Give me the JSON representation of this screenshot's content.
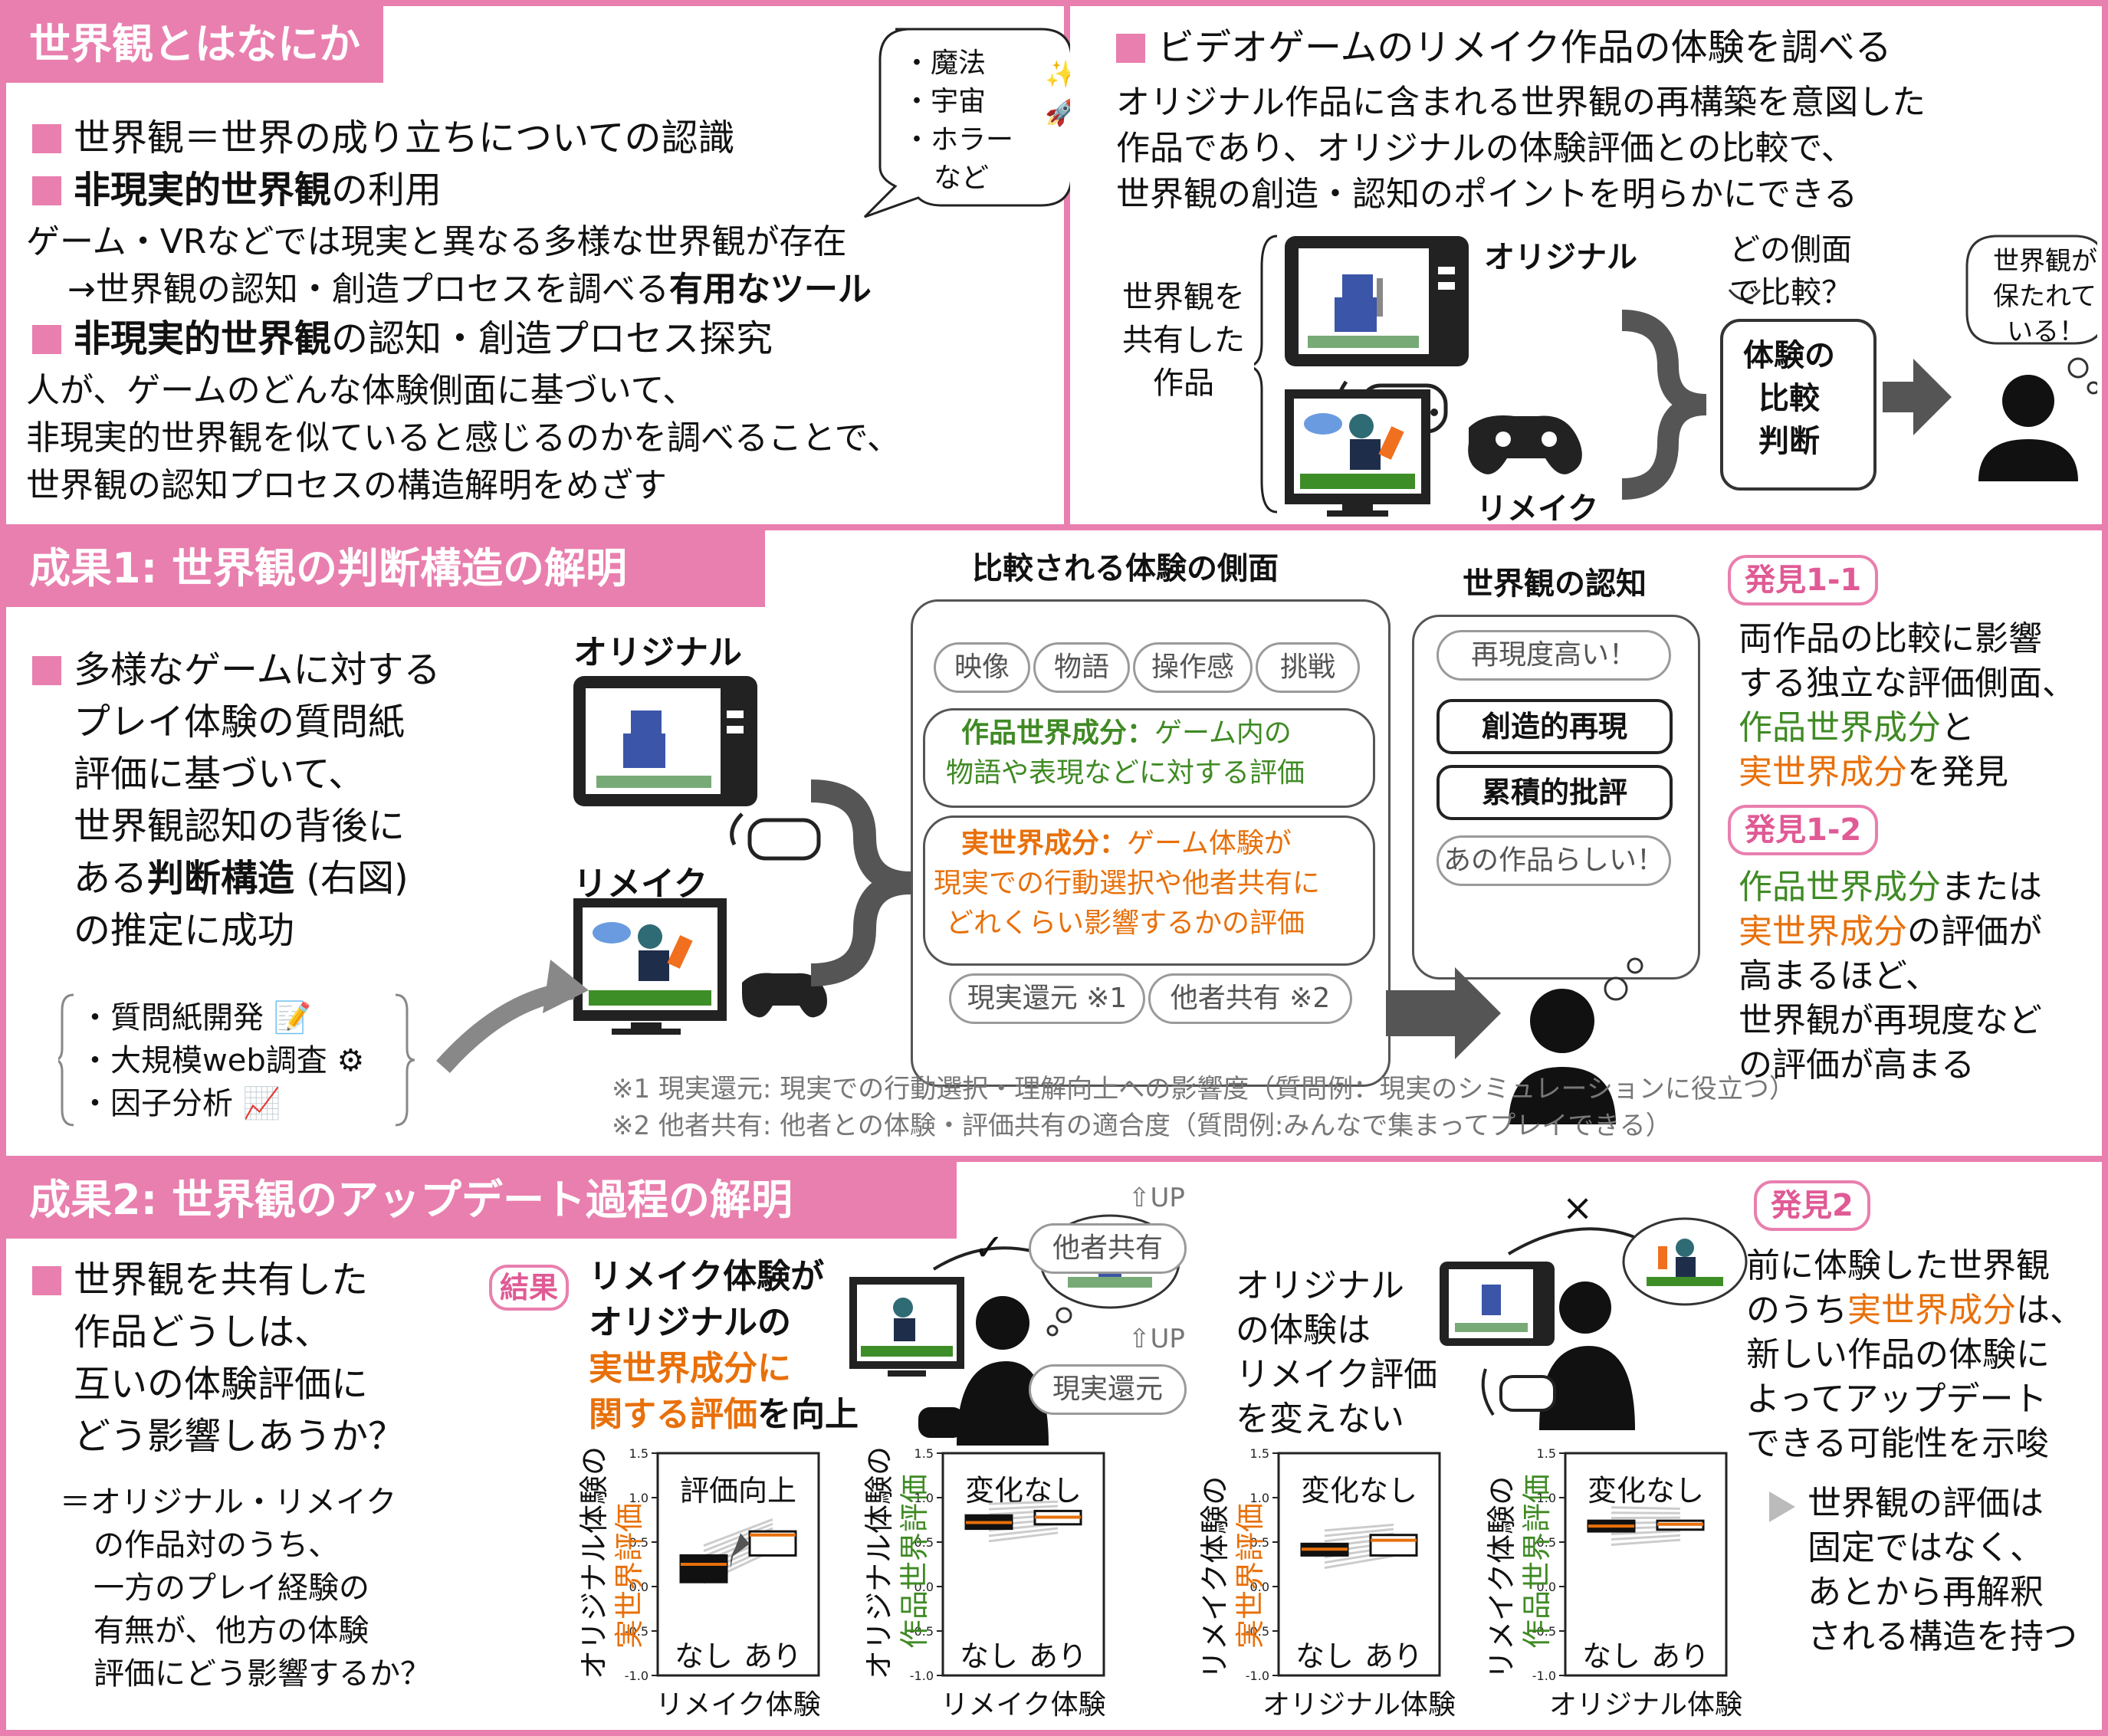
{
  "colors": {
    "accent": "#e97fae",
    "green": "#3f8a24",
    "orange": "#e8700a"
  },
  "s1": {
    "title": "世界観とはなにか",
    "bubble": [
      "・魔法",
      "・宇宙",
      "・ホラー",
      "など"
    ],
    "b1": "世界観＝世界の成り立ちについての認識",
    "b2_bold": "非現実的世界観",
    "b2_rest": "の利用",
    "l3": "ゲーム・VRなどでは現実と異なる多様な世界観が存在",
    "l4_a": "→世界観の認知・創造プロセスを調べる",
    "l4_b": "有用なツール",
    "b5_bold": "非現実的世界観",
    "b5_rest": "の認知・創造プロセス探究",
    "l6": "人が、ゲームのどんな体験側面に基づいて、",
    "l7": "非現実的世界観を似ていると感じるのかを調べることで、",
    "l8": "世界観の認知プロセスの構造解明をめざす"
  },
  "s2": {
    "title": "ビデオゲームのリメイク作品の体験を調べる",
    "l1": "オリジナル作品に含まれる世界観の再構築を意図した",
    "l2": "作品であり、オリジナルの体験評価との比較で、",
    "l3": "世界観の創造・認知のポイントを明らかにできる",
    "shared": [
      "世界観を",
      "共有した",
      "作品"
    ],
    "original": "オリジナル",
    "remake": "リメイク",
    "question": [
      "どの側面",
      "で比較？"
    ],
    "judge": [
      "体験の",
      "比較",
      "判断"
    ],
    "speech": [
      "世界観が",
      "保たれて",
      "いる！"
    ]
  },
  "s3": {
    "title": "成果1: 世界観の判断構造の解明",
    "text_a": [
      "多様なゲームに対する",
      "プレイ体験の質問紙",
      "評価に基づいて、",
      "世界観認知の背後に"
    ],
    "text_b_pre": "ある",
    "text_b_bold": "判断構造",
    "text_b_post": " (右図)",
    "text_c": "の推定に成功",
    "methods": [
      "・質問紙開発",
      "・大規模web調査",
      "・因子分析"
    ],
    "original": "オリジナル",
    "remake": "リメイク",
    "aspects_title": "比較される体験の側面",
    "tags_top": [
      "映像",
      "物語",
      "操作感",
      "挑戦"
    ],
    "game_comp_label": "作品世界成分：",
    "game_comp_text1": "ゲーム内の",
    "game_comp_text2": "物語や表現などに対する評価",
    "real_comp_label": "実世界成分：",
    "real_comp_text1": "ゲーム体験が",
    "real_comp_text2": "現実での行動選択や他者共有に",
    "real_comp_text3": "どれくらい影響するかの評価",
    "tags_bottom": [
      "現実還元 ※1",
      "他者共有 ※2"
    ],
    "cog_title": "世界観の認知",
    "cog_items": [
      "再現度高い！",
      "創造的再現",
      "累積的批評",
      "あの作品らしい！"
    ],
    "note1": "※1 現実還元: 現実での行動選択・理解向上への影響度（質問例：現実のシミュレーションに役立つ）",
    "note2": "※2 他者共有: 他者との体験・評価共有の適合度（質問例:みんなで集まってプレイできる）",
    "find1": "発見1-1",
    "find1_l1": "両作品の比較に影響",
    "find1_l2": "する独立な評価側面、",
    "find1_l3a": "作品世界成分",
    "find1_l3b": "と",
    "find1_l4a": "実世界成分",
    "find1_l4b": "を発見",
    "find2": "発見1-2",
    "find2_l1a": "作品世界成分",
    "find2_l1b": "または",
    "find2_l2a": "実世界成分",
    "find2_l2b": "の評価が",
    "find2_l3": "高まるほど、",
    "find2_l4": "世界観が再現度など",
    "find2_l5": "の評価が高まる"
  },
  "s4": {
    "title": "成果2: 世界観のアップデート過程の解明",
    "q": [
      "世界観を共有した",
      "作品どうしは、",
      "互いの体験評価に",
      "どう影響しあうか？"
    ],
    "eq": [
      "＝オリジナル・リメイク",
      "の作品対のうち、",
      "一方のプレイ経験の",
      "有無が、他方の体験",
      "評価にどう影響するか？"
    ],
    "result_tag": "結果",
    "result_l1": "リメイク体験が",
    "result_l2": "オリジナルの",
    "result_l3": "実世界成分に",
    "result_l4a": "関する評価",
    "result_l4b": "を向上",
    "check": "✓",
    "cross": "×",
    "up": "⇧UP",
    "bubble_tags": [
      "他者共有",
      "現実還元"
    ],
    "orig_text": [
      "オリジナル",
      "の体験は",
      "リメイク評価",
      "を変えない"
    ],
    "find": "発見2",
    "find_l1": "前に体験した世界観",
    "find_l2a": "のうち",
    "find_l2b": "実世界成分",
    "find_l2c": "は、",
    "find_l3": "新しい作品の体験に",
    "find_l4": "よってアップデート",
    "find_l5": "できる可能性を示唆",
    "concl": [
      "世界観の評価は",
      "固定ではなく、",
      "あとから再解釈",
      "される構造を持つ"
    ]
  },
  "chart_data": [
    {
      "type": "box",
      "title": "評価向上",
      "ylabel_pre": "オリジナル体験の",
      "ylabel_colored": "実世界評価",
      "xlabel": "リメイク体験",
      "categories": [
        "なし",
        "あり"
      ],
      "ylim": [
        -1.0,
        1.5
      ],
      "yticks": [
        "1.5",
        "1.0",
        "0.5",
        "0.0",
        "-0.5",
        "-1.0"
      ],
      "boxes": [
        {
          "q1": 0.05,
          "median": 0.25,
          "q3": 0.35,
          "fill": "#111"
        },
        {
          "q1": 0.35,
          "median": 0.58,
          "q3": 0.62,
          "fill": "#fff"
        }
      ],
      "arrow": true
    },
    {
      "type": "box",
      "title": "変化なし",
      "ylabel_pre": "オリジナル体験の",
      "ylabel_colored": "作品世界評価",
      "xlabel": "リメイク体験",
      "categories": [
        "なし",
        "あり"
      ],
      "ylim": [
        -1.0,
        1.5
      ],
      "yticks": [
        "1.5",
        "1.0",
        "0.5",
        "0.0",
        "-0.5",
        "-1.0"
      ],
      "boxes": [
        {
          "q1": 0.65,
          "median": 0.72,
          "q3": 0.8,
          "fill": "#111"
        },
        {
          "q1": 0.7,
          "median": 0.78,
          "q3": 0.85,
          "fill": "#fff"
        }
      ],
      "arrow": false
    },
    {
      "type": "box",
      "title": "変化なし",
      "ylabel_pre": "リメイク体験の",
      "ylabel_colored": "実世界評価",
      "xlabel": "オリジナル体験",
      "categories": [
        "なし",
        "あり"
      ],
      "ylim": [
        -1.0,
        1.5
      ],
      "yticks": [
        "1.5",
        "1.0",
        "0.5",
        "0.0",
        "-0.5",
        "-1.0"
      ],
      "boxes": [
        {
          "q1": 0.35,
          "median": 0.42,
          "q3": 0.48,
          "fill": "#111"
        },
        {
          "q1": 0.35,
          "median": 0.52,
          "q3": 0.58,
          "fill": "#fff"
        }
      ],
      "arrow": false
    },
    {
      "type": "box",
      "title": "変化なし",
      "ylabel_pre": "リメイク体験の",
      "ylabel_colored": "作品世界評価",
      "xlabel": "オリジナル体験",
      "categories": [
        "なし",
        "あり"
      ],
      "ylim": [
        -1.0,
        1.5
      ],
      "yticks": [
        "1.5",
        "1.0",
        "0.5",
        "0.0",
        "-0.5",
        "-1.0"
      ],
      "boxes": [
        {
          "q1": 0.62,
          "median": 0.68,
          "q3": 0.74,
          "fill": "#111"
        },
        {
          "q1": 0.64,
          "median": 0.7,
          "q3": 0.74,
          "fill": "#fff"
        }
      ],
      "arrow": false
    }
  ]
}
